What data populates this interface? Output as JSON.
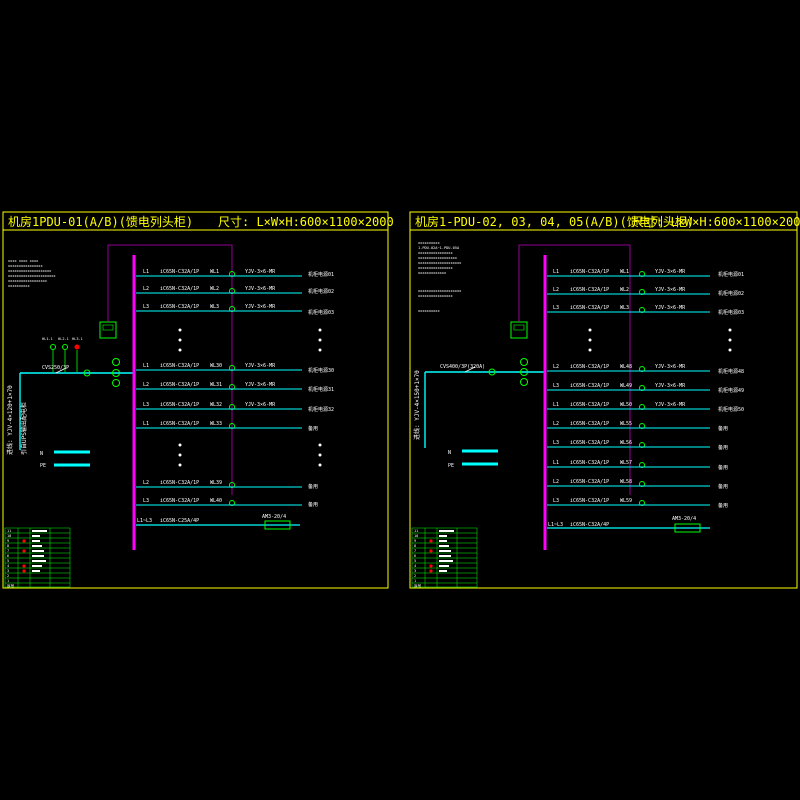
{
  "colors": {
    "frame": "#ffff00",
    "busbar": "#ff00ff",
    "line": "#00ffff",
    "green": "#00ff00",
    "magenta_thin": "#c000c0",
    "white": "#ffffff"
  },
  "panels": [
    {
      "title": "机房1PDU-01(A/B)(馈电列头柜)",
      "size": "尺寸: L×W×H:600×1100×2000",
      "notes": [
        "xxxx xxxx xxxx",
        "xxxxxxxxxxxxxxxx",
        "xxxxxxxxxxxxxxxxxxxx",
        "xxxxxxxxxxxxxxxxxxxxxx",
        "xxxxxxxxxxxxxxxxxx",
        "xxxxxxxxxx"
      ],
      "indicator_labels": [
        "HL1-1",
        "HL2-1",
        "HL3-1"
      ],
      "main_breaker": "CVS250/3P",
      "incoming_cable": "进线: YJV-4×120+1×70",
      "incoming_cable2": "引自UPS输出配电柜",
      "n_label": "N",
      "pe_label": "PE",
      "outgoing_label": "L1~L3",
      "outgoing_breaker": "iC65N-C25A/4P",
      "outgoing_meter": "AM3-20/4",
      "circuits": [
        {
          "phase": "L1",
          "breaker": "iC65N-C32A/1P",
          "num": "WL1",
          "cable": "YJV-3×6-MR",
          "dest": "机柜电源01"
        },
        {
          "phase": "L2",
          "breaker": "iC65N-C32A/1P",
          "num": "WL2",
          "cable": "YJV-3×6-MR",
          "dest": "机柜电源02"
        },
        {
          "phase": "L3",
          "breaker": "iC65N-C32A/1P",
          "num": "WL3",
          "cable": "YJV-3×6-MR",
          "dest": "机柜电源03"
        },
        {
          "phase": "L1",
          "breaker": "iC65N-C32A/1P",
          "num": "WL30",
          "cable": "YJV-3×6-MR",
          "dest": "机柜电源30"
        },
        {
          "phase": "L2",
          "breaker": "iC65N-C32A/1P",
          "num": "WL31",
          "cable": "YJV-3×6-MR",
          "dest": "机柜电源31"
        },
        {
          "phase": "L3",
          "breaker": "iC65N-C32A/1P",
          "num": "WL32",
          "cable": "YJV-3×6-MR",
          "dest": "机柜电源32"
        },
        {
          "phase": "L1",
          "breaker": "iC65N-C32A/1P",
          "num": "WL33",
          "cable": "",
          "dest": "备用"
        },
        {
          "phase": "L2",
          "breaker": "iC65N-C32A/1P",
          "num": "WL39",
          "cable": "",
          "dest": "备用"
        },
        {
          "phase": "L3",
          "breaker": "iC65N-C32A/1P",
          "num": "WL40",
          "cable": "",
          "dest": "备用"
        }
      ],
      "legend_rows": [
        "11",
        "10",
        "9",
        "8",
        "7",
        "6",
        "5",
        "4",
        "3",
        "2",
        "1",
        "序号"
      ]
    },
    {
      "title": "机房1-PDU-02, 03, 04, 05(A/B)(馈电列头柜)",
      "size": "尺寸: L×W×H:600×1100×2000",
      "notes": [
        "xxxxxxxxxx",
        "1-PDU-02A~1-PDU-05A",
        "xxxxxxxxxxxxxxxx",
        "xxxxxxxxxxxxxxxxxx",
        "xxxxxxxxxxxxxxxxxxxx",
        "xxxxxxxxxxxxxxxx",
        "xxxxxxxxxxxxx",
        "xxxxxxxxxxxxxxxxxxxx",
        "xxxxxxxxxxxxxxxx",
        "xxxxxxxxxx"
      ],
      "main_breaker": "CVS400/3P(320A)",
      "incoming_cable": "进线: YJV-4×150+1×70",
      "n_label": "N",
      "pe_label": "PE",
      "outgoing_label": "L1~L3",
      "outgoing_breaker": "iC65N-C32A/4P",
      "outgoing_meter": "AM3-20/4",
      "circuits": [
        {
          "phase": "L1",
          "breaker": "iC65N-C32A/1P",
          "num": "WL1",
          "cable": "YJV-3×6-MR",
          "dest": "机柜电源01"
        },
        {
          "phase": "L2",
          "breaker": "iC65N-C32A/1P",
          "num": "WL2",
          "cable": "YJV-3×6-MR",
          "dest": "机柜电源02"
        },
        {
          "phase": "L3",
          "breaker": "iC65N-C32A/1P",
          "num": "WL3",
          "cable": "YJV-3×6-MR",
          "dest": "机柜电源03"
        },
        {
          "phase": "L2",
          "breaker": "iC65N-C32A/1P",
          "num": "WL48",
          "cable": "YJV-3×6-MR",
          "dest": "机柜电源48"
        },
        {
          "phase": "L3",
          "breaker": "iC65N-C32A/1P",
          "num": "WL49",
          "cable": "YJV-3×6-MR",
          "dest": "机柜电源49"
        },
        {
          "phase": "L1",
          "breaker": "iC65N-C32A/1P",
          "num": "WL50",
          "cable": "YJV-3×6-MR",
          "dest": "机柜电源50"
        },
        {
          "phase": "L2",
          "breaker": "iC65N-C32A/1P",
          "num": "WL55",
          "cable": "",
          "dest": "备用"
        },
        {
          "phase": "L3",
          "breaker": "iC65N-C32A/1P",
          "num": "WL56",
          "cable": "",
          "dest": "备用"
        },
        {
          "phase": "L1",
          "breaker": "iC65N-C32A/1P",
          "num": "WL57",
          "cable": "",
          "dest": "备用"
        },
        {
          "phase": "L2",
          "breaker": "iC65N-C32A/1P",
          "num": "WL58",
          "cable": "",
          "dest": "备用"
        },
        {
          "phase": "L3",
          "breaker": "iC65N-C32A/1P",
          "num": "WL59",
          "cable": "",
          "dest": "备用"
        }
      ],
      "legend_rows": [
        "11",
        "10",
        "9",
        "8",
        "7",
        "6",
        "5",
        "4",
        "3",
        "2",
        "1",
        "序号"
      ]
    }
  ]
}
